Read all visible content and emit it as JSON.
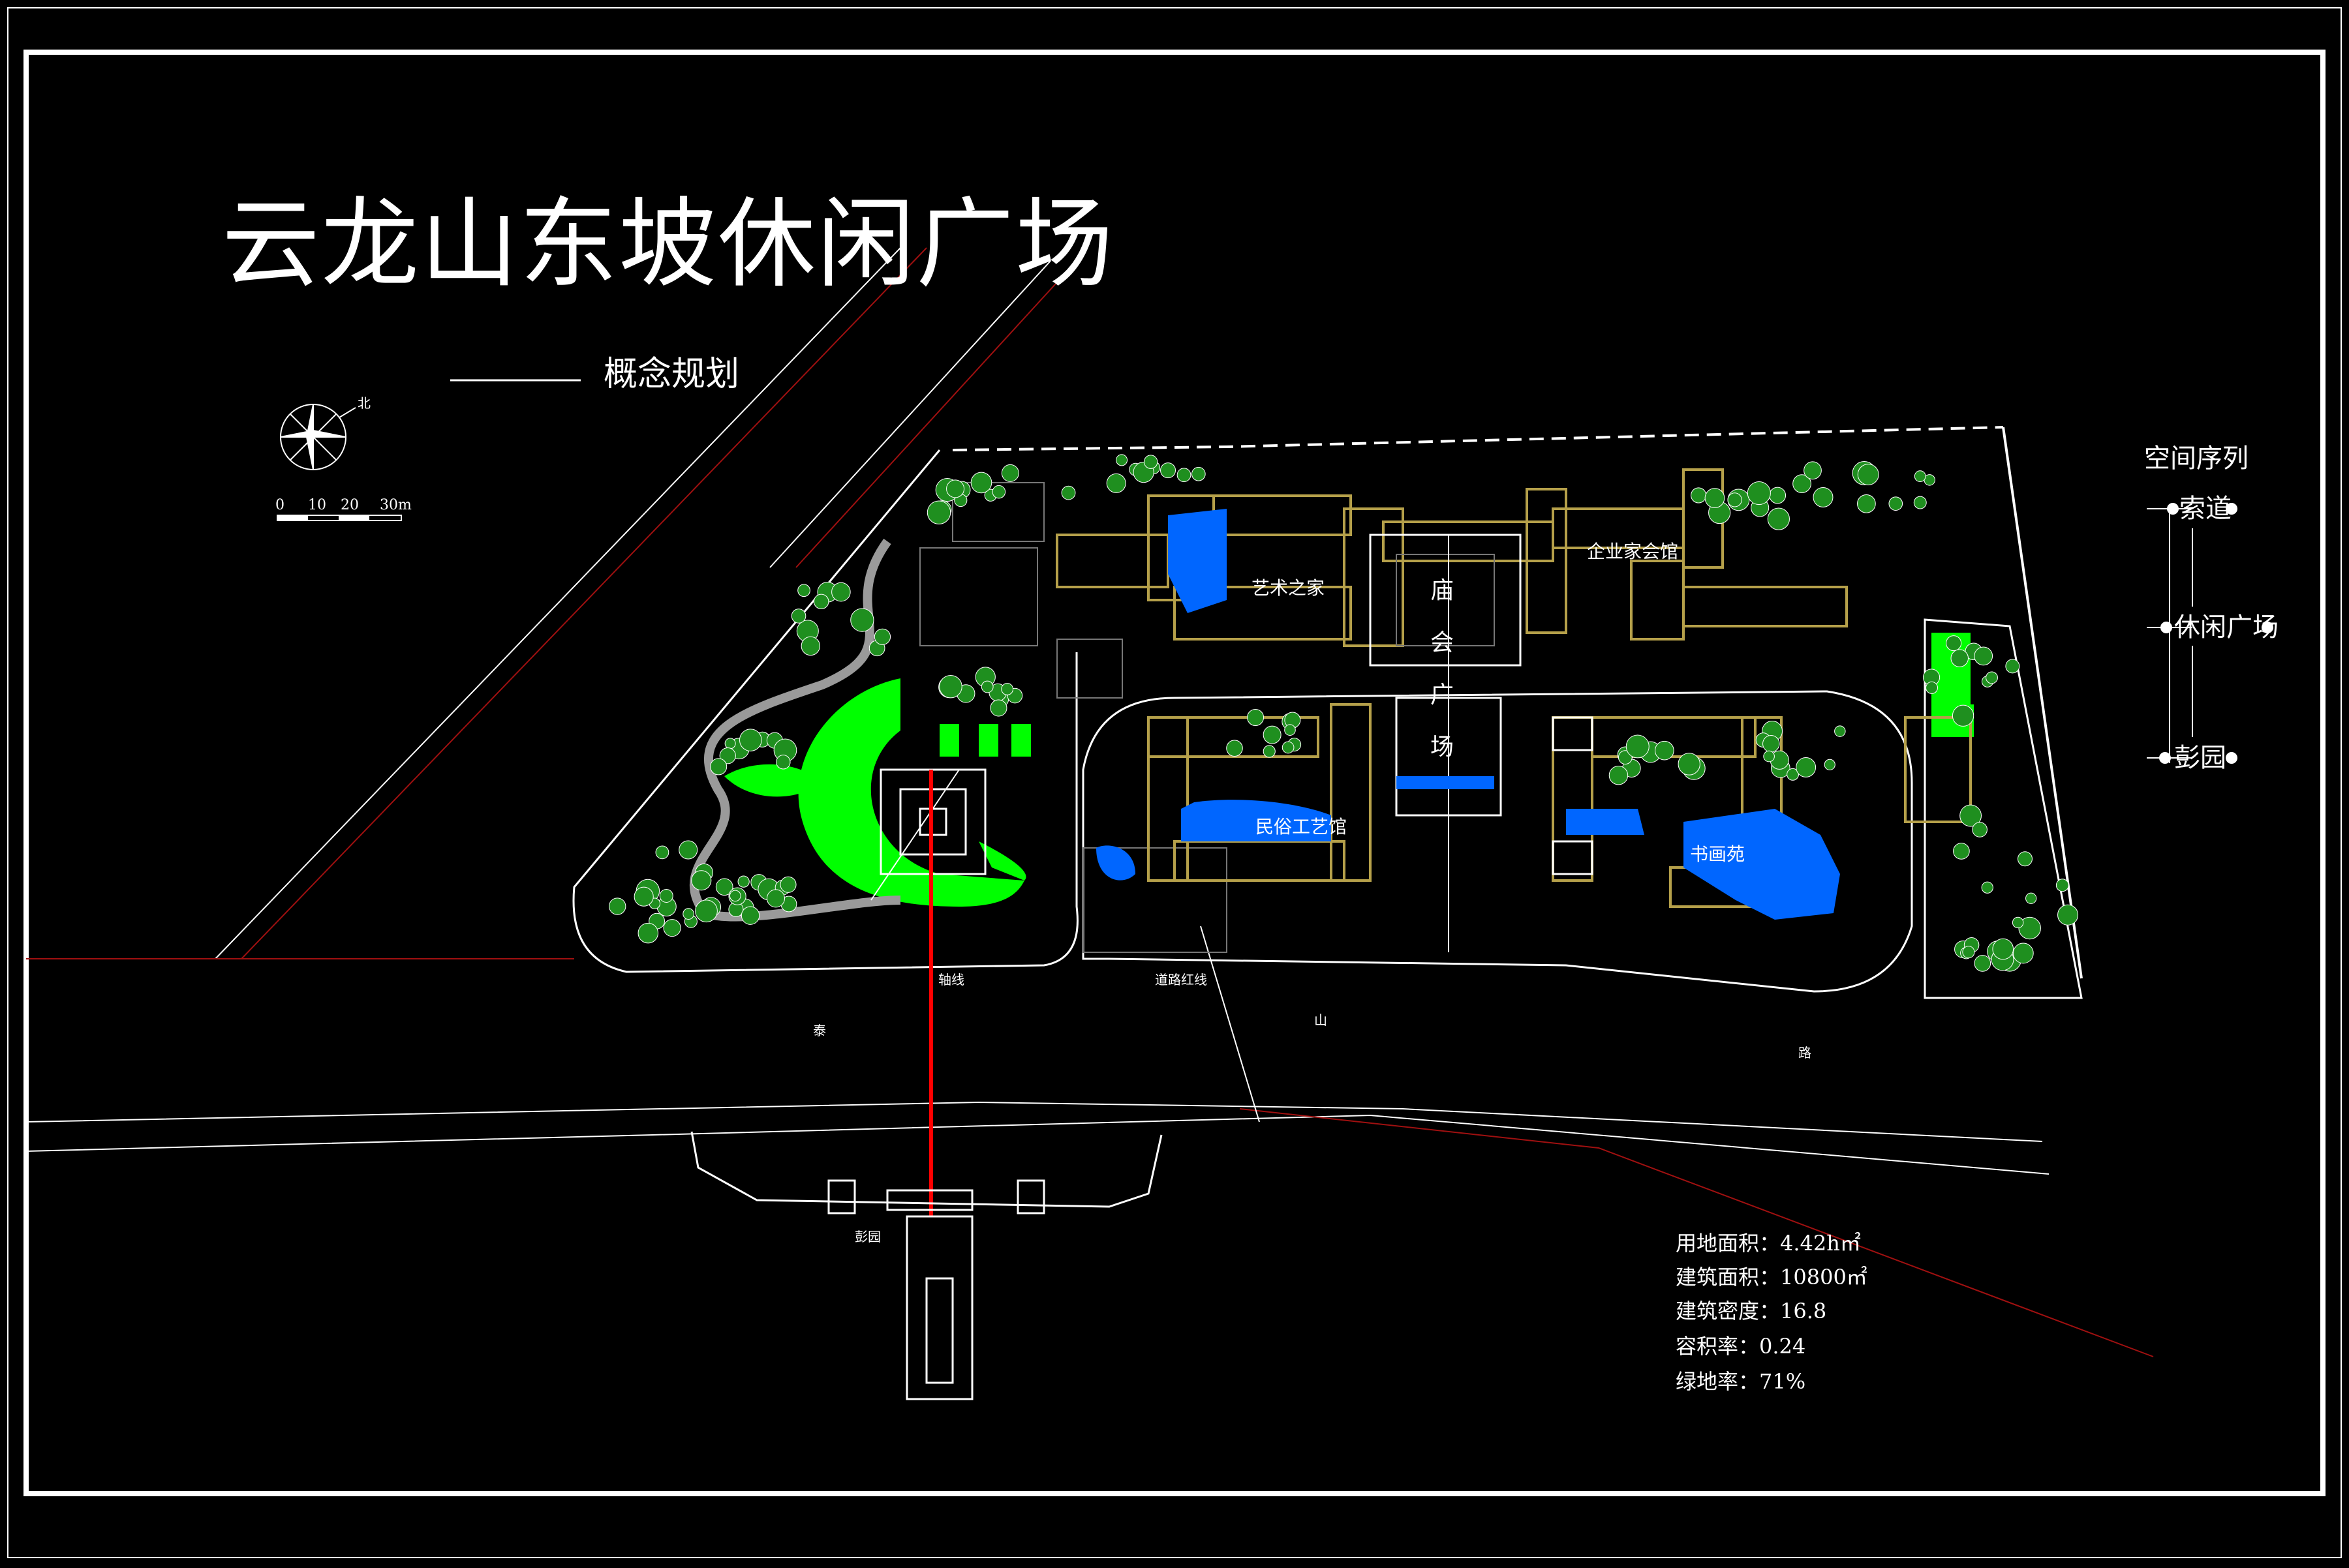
{
  "title": "云龙山东坡休闲广场",
  "subtitle": "概念规划",
  "north_label": "北",
  "scale_labels": [
    "0",
    "10",
    "20",
    "30m"
  ],
  "sequence": {
    "title": "空间序列",
    "items": [
      "索道",
      "休闲广场",
      "彭园"
    ]
  },
  "stats": [
    "用地面积：4.42h㎡",
    "建筑面积：10800㎡",
    "建筑密度：16.8",
    "容积率：0.24",
    "绿地率：71%"
  ],
  "buildings": {
    "art": "艺术之家",
    "entrepreneur": "企业家会馆",
    "folk": "民俗工艺馆",
    "calligraphy": "书画苑"
  },
  "plaza_chars": [
    "庙",
    "会",
    "广",
    "场"
  ],
  "road": {
    "chars": [
      "泰",
      "山",
      "路"
    ],
    "axis": "轴线",
    "red_line": "道路红线",
    "peng_garden": "彭园"
  },
  "colors": {
    "background": "#000000",
    "green": "#00ff00",
    "tree_green": "#1f8f1f",
    "water": "#0066ff",
    "axis_red": "#ff0000",
    "road_red": "#a01010",
    "building": "#b5a04a"
  }
}
